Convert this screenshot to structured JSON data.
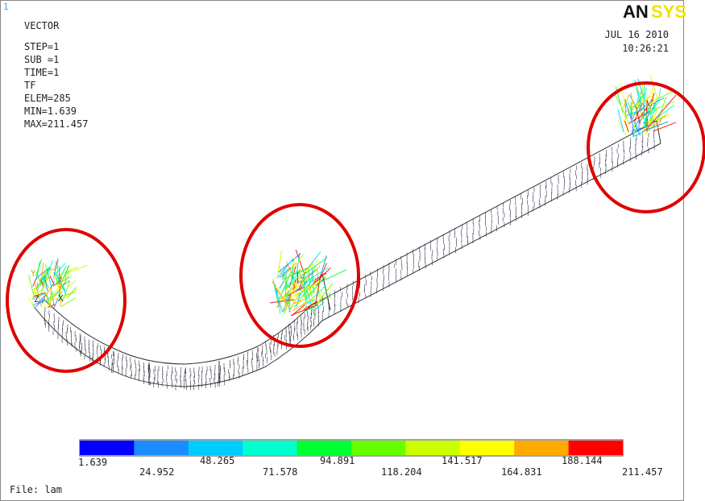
{
  "window": {
    "viewport_number": "1"
  },
  "info_block": {
    "lines": [
      "VECTOR",
      "STEP=1",
      "SUB =1",
      "TIME=1",
      "TF",
      "ELEM=285",
      "MIN=1.639",
      "MAX=211.457"
    ]
  },
  "logo": {
    "part1": "AN",
    "part2": "SYS",
    "color_dark": "#111111",
    "color_accent": "#f2e200"
  },
  "datetime": {
    "date": "JUL 16 2010",
    "time": "10:26:21"
  },
  "triad": {
    "y_label": "Y",
    "z_label": "Z",
    "x_label": "X"
  },
  "legend": {
    "colors": [
      "#0000ff",
      "#1a8cff",
      "#00ccff",
      "#00ffcc",
      "#00ff33",
      "#66ff00",
      "#ccff00",
      "#ffff00",
      "#ffaa00",
      "#ff0000"
    ],
    "labels_top": [
      "1.639",
      "48.265",
      "94.891",
      "141.517",
      "188.144"
    ],
    "labels_bottom": [
      "24.952",
      "71.578",
      "118.204",
      "164.831",
      "211.457"
    ]
  },
  "file_label": "File: lam",
  "highlight_color": "#e00000"
}
